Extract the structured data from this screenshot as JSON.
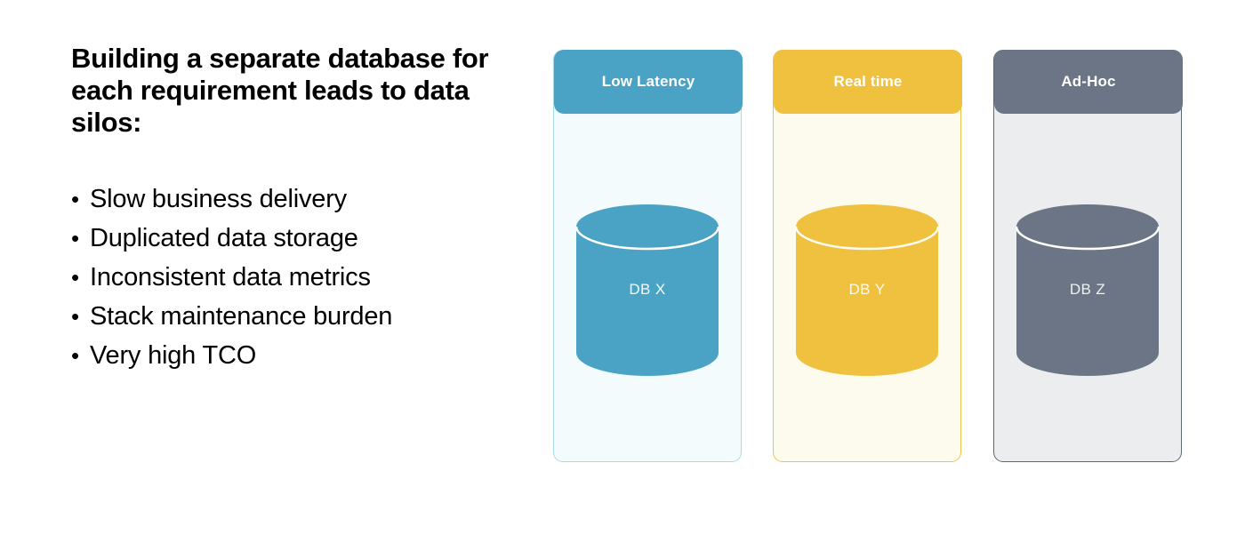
{
  "text_panel": {
    "headline": "Building a separate database for each requirement leads to data silos:",
    "bullet_marker": "•",
    "bullets": [
      "Slow business delivery",
      "Duplicated data storage",
      "Inconsistent data metrics",
      "Stack maintenance burden",
      "Very high TCO"
    ]
  },
  "cards": [
    {
      "header_label": "Low Latency",
      "db_label": "DB X",
      "header_color": "#4aa3c4",
      "body_color": "#f3fbfd",
      "border_color": "#a9d9e8",
      "cylinder_color": "#4aa3c4",
      "cylinder_top_color": "#4aa3c4",
      "cylinder_rim_color": "#ffffff",
      "db_label_color": "#f2fbfd",
      "icon": "database-cylinder-icon"
    },
    {
      "header_label": "Real time",
      "db_label": "DB Y",
      "header_color": "#efc13f",
      "body_color": "#fdfbed",
      "border_color": "#ecc24c",
      "cylinder_color": "#efc13f",
      "cylinder_top_color": "#efc13f",
      "cylinder_rim_color": "#ffffff",
      "db_label_color": "#fffbe9",
      "icon": "database-cylinder-icon"
    },
    {
      "header_label": "Ad-Hoc",
      "db_label": "DB Z",
      "header_color": "#6b7586",
      "body_color": "#ecedef",
      "border_color": "#5e6775",
      "cylinder_color": "#6b7586",
      "cylinder_top_color": "#6b7586",
      "cylinder_rim_color": "#ffffff",
      "db_label_color": "#eef0f3",
      "icon": "database-cylinder-icon"
    }
  ]
}
